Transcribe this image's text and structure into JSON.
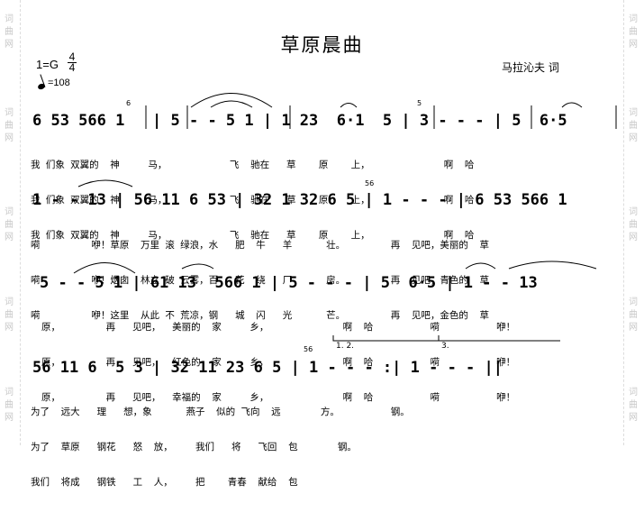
{
  "watermark": {
    "chars": [
      "词",
      "曲",
      "网"
    ]
  },
  "header": {
    "title": "草原晨曲",
    "key": "1=G",
    "time_top": "4",
    "time_bottom": "4",
    "tempo": "=108",
    "lyricist": "马拉沁夫  词"
  },
  "systems": [
    {
      "notes": "6 53 566 1   | 5 - - 5 1 | 1 23  6·1  5 | 3 - - - | 5  6·5",
      "markers": [
        "6",
        "5"
      ],
      "lyrics": [
        "我 们象 双翼的  神     马，           飞  驰在   草    原    上，             啊  哈",
        "我 们象 双翼的  神     马，           飞  驰在   草    原    上，             啊  哈",
        "我 们象 双翼的  神     马，           飞  驰在   草    原    上，             啊  哈"
      ]
    },
    {
      "notes": "1 - - 13 | 56 11 6 53 | 32 1 32 6 5 | 1 - - - | 6 53 566 1",
      "markers": [
        "56"
      ],
      "lyrics": [
        "嗬         咿！草原  万里 滚 绿浪，水   肥  牛   羊      壮。        再  见吧，美丽的  草",
        "嗬         咿！烟囱  林立 破 云雾，百   花  绕   厂      房。        再  见吧，青色的  草",
        "嗬         咿！这里  从此 不 荒凉，钢   城  闪   光      芒。        再  见吧，金色的  草"
      ]
    },
    {
      "notes": "5 - - 5 1 | 61 13  566 1 | 5 - - - | 5  6·5 | 1 - - 13",
      "markers": [],
      "lyrics": [
        "原，        再   见吧，  美丽的  家     乡，             啊  哈          嗬          咿！",
        "原，        再   见吧，  红色的  家     乡，             啊  哈          嗬          咿！",
        "原，        再   见吧，  幸福的  家     乡，             啊  哈          嗬          咿！"
      ]
    },
    {
      "notes": "56 11 6  5 3 | 32 11 23 6 5 | 1 - - - :| 1 - - - ||",
      "markers": [
        "56",
        "1. 2.",
        "3."
      ],
      "lyrics": [
        "为了  远大   理   想，象      燕子  似的 飞向  远       方。         钢。",
        "为了  草原   钢花   怒  放，    我们   将   飞回  包       钢。",
        "我们  将成   钢铁   工  人，    把    青春  献给  包"
      ]
    }
  ]
}
